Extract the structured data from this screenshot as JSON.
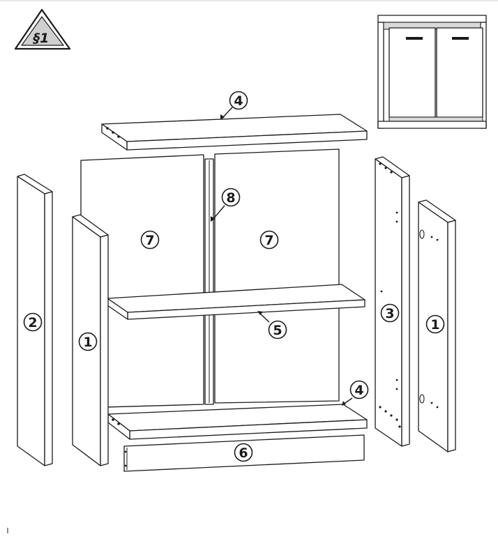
{
  "badge": {
    "label": "§1"
  },
  "callouts": {
    "top_panel": "4",
    "divider": "8",
    "back_left": "7",
    "back_right": "7",
    "side_left_outer": "2",
    "side_left_inner": "1",
    "shelf": "5",
    "side_right_inner": "3",
    "side_right_outer": "1",
    "bottom_panel": "4",
    "plinth": "6"
  },
  "colors": {
    "line": "#1a1a1a",
    "background": "#ffffff"
  },
  "icons": [
    "warning-triangle-icon",
    "cabinet-preview-icon"
  ]
}
